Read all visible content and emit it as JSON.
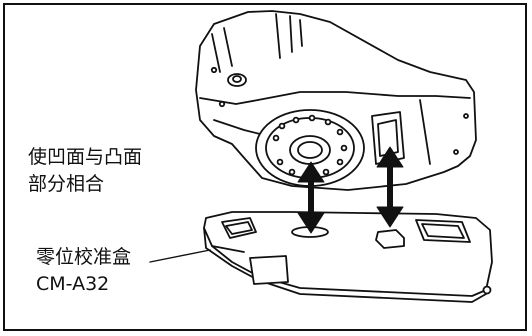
{
  "instruction": {
    "line1": "使凹面与凸面",
    "line2": "部分相合"
  },
  "part": {
    "name": "零位校准盒",
    "model": "CM-A32"
  }
}
